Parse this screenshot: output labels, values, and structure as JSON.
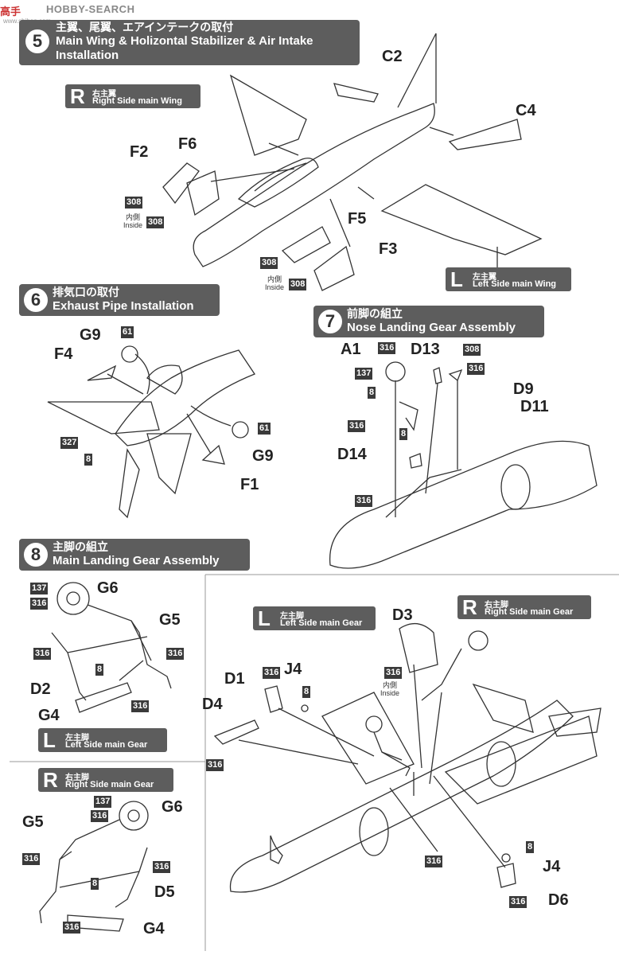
{
  "watermark": {
    "logo": "高手",
    "text": "HOBBY-SEARCH",
    "url": "www.shihen.com"
  },
  "step5": {
    "number": "5",
    "title_jp": "主翼、尾翼、エアインテークの取付",
    "title_en_1": "Main Wing & Holizontal Stabilizer & Air Intake",
    "title_en_2": "Installation"
  },
  "step6": {
    "number": "6",
    "title_jp": "排気口の取付",
    "title_en": "Exhaust Pipe Installation"
  },
  "step7": {
    "number": "7",
    "title_jp": "前脚の組立",
    "title_en": "Nose Landing Gear Assembly"
  },
  "step8": {
    "number": "8",
    "title_jp": "主脚の組立",
    "title_en": "Main Landing Gear Assembly"
  },
  "side_labels": {
    "right_wing": {
      "letter": "R",
      "jp": "右主翼",
      "en": "Right Side main Wing"
    },
    "left_wing": {
      "letter": "L",
      "jp": "左主翼",
      "en": "Left Side main Wing"
    },
    "left_gear_a": {
      "letter": "L",
      "jp": "左主脚",
      "en": "Left Side main Gear"
    },
    "right_gear_a": {
      "letter": "R",
      "jp": "右主脚",
      "en": "Right Side main Gear"
    },
    "left_gear_b": {
      "letter": "L",
      "jp": "左主脚",
      "en": "Left Side main Gear"
    },
    "right_gear_b": {
      "letter": "R",
      "jp": "右主脚",
      "en": "Right Side main Gear"
    }
  },
  "inside_note": {
    "jp": "内側",
    "en": "Inside"
  },
  "parts": {
    "c2": "C2",
    "c4": "C4",
    "f2": "F2",
    "f6": "F6",
    "f5": "F5",
    "f3": "F3",
    "g9a": "G9",
    "f4": "F4",
    "g9b": "G9",
    "f1": "F1",
    "a1": "A1",
    "d13": "D13",
    "d9": "D9",
    "d11": "D11",
    "d14": "D14",
    "g6a": "G6",
    "g5a": "G5",
    "d2": "D2",
    "g4a": "G4",
    "g5b": "G5",
    "g6b": "G6",
    "d5": "D5",
    "g4b": "G4",
    "d3": "D3",
    "d1": "D1",
    "j4a": "J4",
    "d4": "D4",
    "j4b": "J4",
    "d6": "D6"
  },
  "paint": {
    "p308a": "308",
    "p308b": "308",
    "p308c": "308",
    "p308d": "308",
    "p61a": "61",
    "p327": "327",
    "p8a": "8",
    "p61b": "61",
    "p316a": "316",
    "p137a": "137",
    "p8b": "8",
    "p308e": "308",
    "p316b": "316",
    "p316c": "316",
    "p8c": "8",
    "p316d": "316",
    "p137b": "137",
    "p316e": "316",
    "p316f": "316",
    "p316g": "316",
    "p8d": "8",
    "p316h": "316",
    "p137c": "137",
    "p316i": "316",
    "p316j": "316",
    "p316k": "316",
    "p8e": "8",
    "p316l": "316",
    "p316m": "316",
    "p316n": "316",
    "p8f": "8",
    "p316o": "316",
    "p316p": "316",
    "p8g": "8",
    "p316q": "316"
  }
}
